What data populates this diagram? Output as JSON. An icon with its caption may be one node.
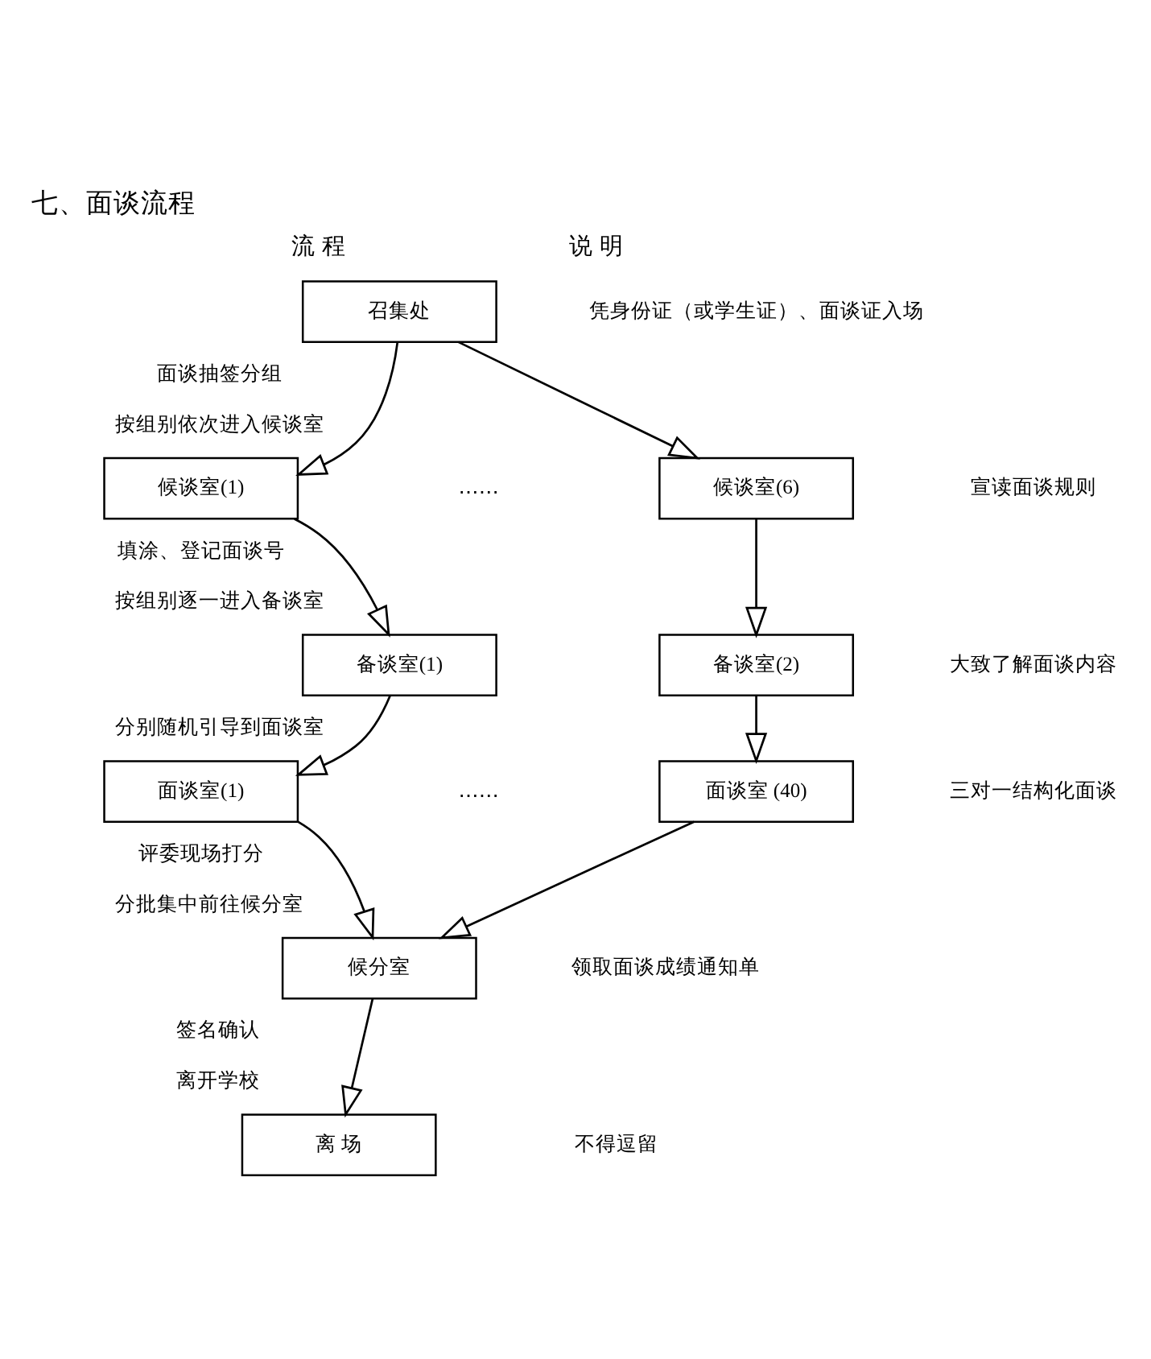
{
  "diagram": {
    "title": "七、面谈流程",
    "nodes": [
      {
        "text": [
          "召集处"
        ]
      },
      {
        "text": [
          "候谈室(1)"
        ]
      },
      {
        "text": [
          "候谈室(6)"
        ]
      },
      {
        "text": [
          "备谈室(1)"
        ]
      },
      {
        "text": [
          "备谈室(2)"
        ]
      },
      {
        "text": [
          "面谈室(1)"
        ]
      },
      {
        "text": [
          "面谈室 (40)"
        ]
      },
      {
        "text": [
          "候分室"
        ]
      },
      {
        "text": [
          "离 场"
        ]
      }
    ],
    "edges": [
      {
        "from": 0,
        "to": 1,
        "arrow": "to"
      },
      {
        "from": 0,
        "to": 2,
        "arrow": "to"
      },
      {
        "from": 1,
        "to": 3,
        "arrow": "to"
      },
      {
        "from": 2,
        "to": 4,
        "arrow": "to"
      },
      {
        "from": 3,
        "to": 5,
        "arrow": "to"
      },
      {
        "from": 4,
        "to": 6,
        "arrow": "to"
      },
      {
        "from": 5,
        "to": 7,
        "arrow": "to"
      },
      {
        "from": 6,
        "to": 7,
        "arrow": "to"
      },
      {
        "from": 7,
        "to": 8,
        "arrow": "to"
      }
    ],
    "labels": [
      "流 程",
      "说 明",
      "凭身份证（或学生证）、面谈证入场",
      "面谈抽签分组",
      "按组别依次进入候谈室",
      "……",
      "宣读面谈规则",
      "填涂、登记面谈号",
      "按组别逐一进入备谈室",
      "大致了解面谈内容",
      "分别随机引导到面谈室",
      "……",
      "三对一结构化面谈",
      "评委现场打分",
      "分批集中前往候分室",
      "领取面谈成绩通知单",
      "签名确认",
      "离开学校",
      "不得逗留"
    ]
  }
}
